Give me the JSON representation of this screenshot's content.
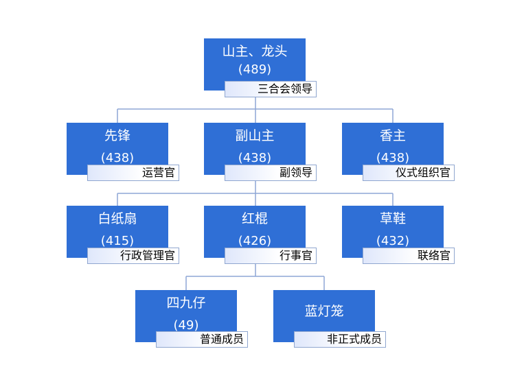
{
  "accent": "#2f6fd6",
  "line_color": "#8ea6d6",
  "nodes": {
    "root": {
      "title": "山主、龙头",
      "count": "(489)",
      "role": "三合会领导"
    },
    "vanguard": {
      "title": "先锋",
      "count": "(438)",
      "role": "运营官"
    },
    "deputy": {
      "title": "副山主",
      "count": "(438)",
      "role": "副领导"
    },
    "incense": {
      "title": "香主",
      "count": "(438)",
      "role": "仪式组织官"
    },
    "white_fan": {
      "title": "白纸扇",
      "count": "(415)",
      "role": "行政管理官"
    },
    "red_pole": {
      "title": "红棍",
      "count": "(426)",
      "role": "行事官"
    },
    "straw_sandal": {
      "title": "草鞋",
      "count": "(432)",
      "role": "联络官"
    },
    "forty_nine": {
      "title": "四九仔",
      "count": "(49)",
      "role": "普通成员"
    },
    "blue_lantern": {
      "title": "蓝灯笼",
      "count": "",
      "role": "非正式成员"
    }
  }
}
